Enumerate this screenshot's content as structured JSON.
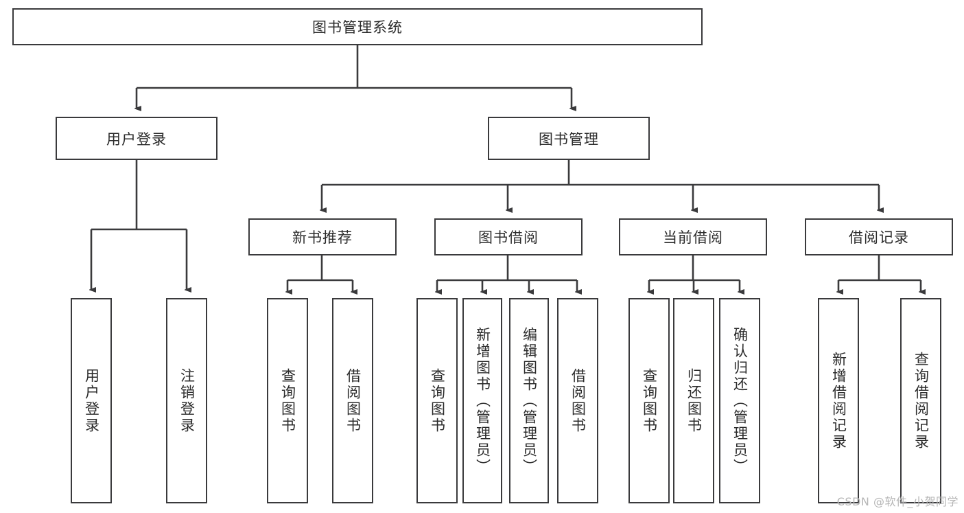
{
  "diagram": {
    "title": "图书管理系统",
    "type": "hierarchy-tree",
    "watermark": "CSDN @软件_小贺同学",
    "colors": {
      "stroke": "#3a3a3c",
      "fill": "#ffffff",
      "text": "#2b2b2b",
      "watermark": "#b6b6b6"
    },
    "root": {
      "label": "图书管理系统"
    },
    "level2": [
      {
        "label": "用户登录"
      },
      {
        "label": "图书管理"
      }
    ],
    "level3": [
      {
        "label": "新书推荐"
      },
      {
        "label": "图书借阅"
      },
      {
        "label": "当前借阅"
      },
      {
        "label": "借阅记录"
      }
    ],
    "leaves": {
      "user_login": [
        {
          "label": "用户登录"
        },
        {
          "label": "注销登录"
        }
      ],
      "new_book_recommend": [
        {
          "label": "查询图书"
        },
        {
          "label": "借阅图书"
        }
      ],
      "book_borrow": [
        {
          "label": "查询图书"
        },
        {
          "label": "新增图书（管理员）"
        },
        {
          "label": "编辑图书（管理员）"
        },
        {
          "label": "借阅图书"
        }
      ],
      "current_borrow": [
        {
          "label": "查询图书"
        },
        {
          "label": "归还图书"
        },
        {
          "label": "确认归还（管理员）"
        }
      ],
      "borrow_record": [
        {
          "label": "新增借阅记录"
        },
        {
          "label": "查询借阅记录"
        }
      ]
    }
  }
}
